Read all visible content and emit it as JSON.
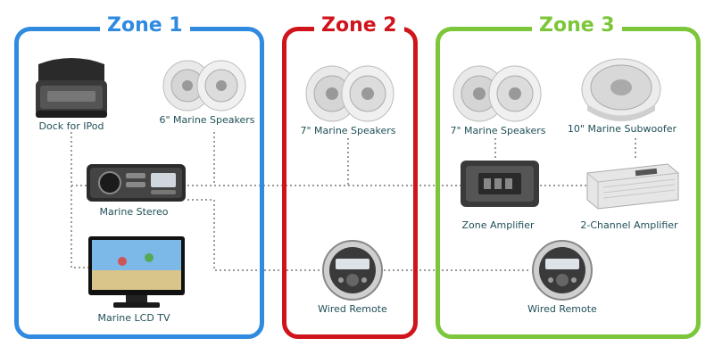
{
  "colors": {
    "zone1": "#2f8ae0",
    "zone2": "#d0141b",
    "zone3": "#7cc63a",
    "label": "#1f4f57",
    "wire": "#9a9a9a"
  },
  "zones": [
    {
      "title": "Zone 1"
    },
    {
      "title": "Zone 2"
    },
    {
      "title": "Zone 3"
    }
  ],
  "devices": {
    "dock": "Dock for IPod",
    "speakers_zone1": "6\" Marine Speakers",
    "stereo": "Marine Stereo",
    "tv": "Marine LCD TV",
    "speakers_zone2": "7\" Marine Speakers",
    "remote_zone2": "Wired Remote",
    "speakers_zone3": "7\" Marine Speakers",
    "subwoofer": "10\" Marine Subwoofer",
    "zone_amp": "Zone Amplifier",
    "two_ch_amp": "2-Channel Amplifier",
    "remote_zone3": "Wired Remote"
  },
  "icons": {
    "speaker": "speaker-pair-icon",
    "dock": "ipod-dock-icon",
    "stereo": "stereo-icon",
    "tv": "tv-icon",
    "remote": "remote-icon",
    "amp": "amplifier-icon",
    "sub": "subwoofer-icon"
  }
}
